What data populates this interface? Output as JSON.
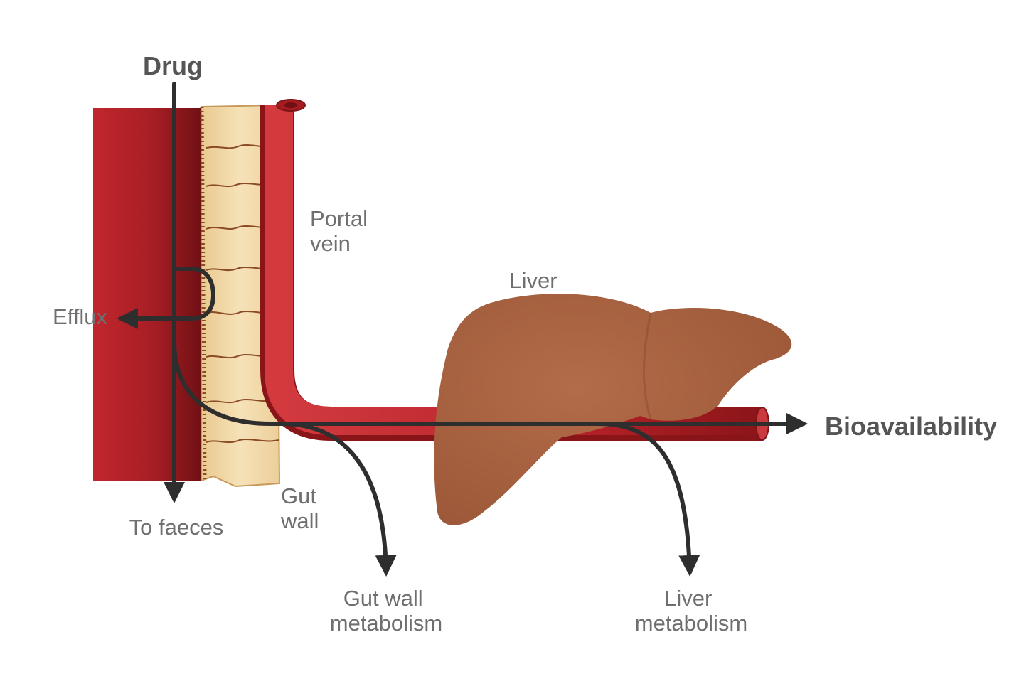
{
  "labels": {
    "drug": "Drug",
    "portal_vein": [
      "Portal",
      "vein"
    ],
    "liver": "Liver",
    "efflux": "Efflux",
    "to_faeces": "To faeces",
    "gut_wall": [
      "Gut",
      "wall"
    ],
    "gut_wall_metabolism": [
      "Gut wall",
      "metabolism"
    ],
    "liver_metabolism": [
      "Liver",
      "metabolism"
    ],
    "bioavailability": "Bioavailability"
  },
  "colors": {
    "gut_lumen": "#c0272d",
    "gut_lumen_dark": "#7d1418",
    "gut_wall_cells": "#f2d9a8",
    "cell_borders": "#8a4a24",
    "portal_vein": "#c0272d",
    "portal_vein_dark": "#8a1519",
    "liver": "#ac6543",
    "liver_dark": "#8f4f33",
    "arrow": "#2e2e2e",
    "label_text": "#6f6f6f"
  }
}
